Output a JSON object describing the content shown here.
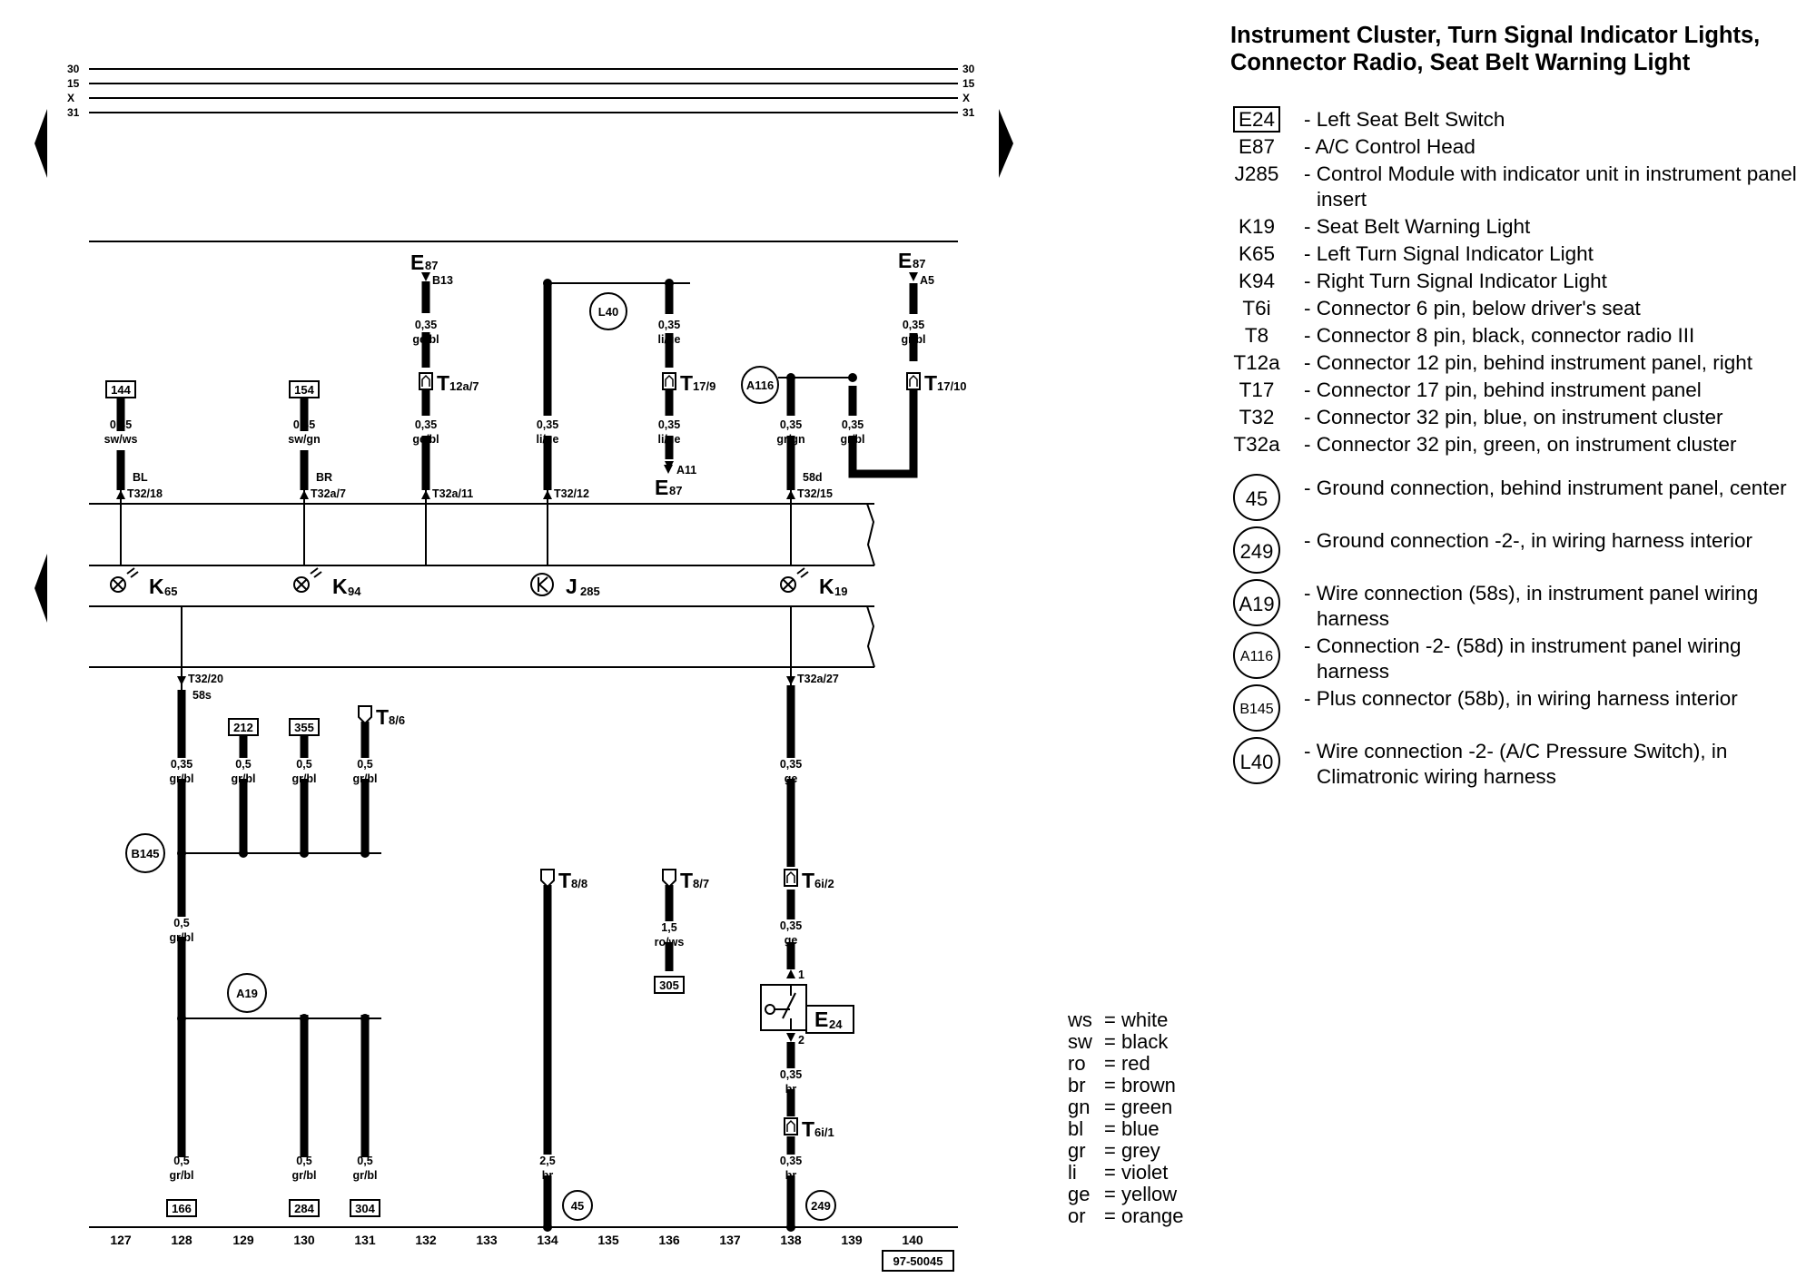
{
  "title": "Instrument Cluster, Turn Signal Indicator Lights, Connector Radio, Seat Belt Warning Light",
  "bus_labels": [
    "30",
    "15",
    "X",
    "31"
  ],
  "legend": [
    {
      "code": "E24",
      "desc": "- Left Seat Belt Switch",
      "style": "box"
    },
    {
      "code": "E87",
      "desc": "- A/C Control Head"
    },
    {
      "code": "J285",
      "desc": "- Control Module with indicator unit in instrument panel insert"
    },
    {
      "code": "K19",
      "desc": "- Seat Belt Warning Light"
    },
    {
      "code": "K65",
      "desc": "- Left Turn Signal Indicator Light"
    },
    {
      "code": "K94",
      "desc": "- Right Turn Signal Indicator Light"
    },
    {
      "code": "T6i",
      "desc": "- Connector 6 pin, below driver's seat"
    },
    {
      "code": "T8",
      "desc": "- Connector 8 pin, black, connector radio III"
    },
    {
      "code": "T12a",
      "desc": "- Connector 12 pin, behind instrument panel, right"
    },
    {
      "code": "T17",
      "desc": "- Connector 17 pin, behind instrument panel"
    },
    {
      "code": "T32",
      "desc": "- Connector 32 pin, blue, on instrument cluster"
    },
    {
      "code": "T32a",
      "desc": "- Connector 32 pin, green, on instrument cluster"
    }
  ],
  "ground_legend": [
    {
      "code": "45",
      "desc": "- Ground connection, behind instrument panel, center"
    },
    {
      "code": "249",
      "desc": "- Ground connection -2-, in wiring harness interior"
    },
    {
      "code": "A19",
      "desc": "- Wire connection (58s), in instrument panel wiring harness"
    },
    {
      "code": "A116",
      "desc": "- Connection -2- (58d) in instrument panel wiring harness"
    },
    {
      "code": "B145",
      "desc": "- Plus connector (58b), in wiring harness interior"
    },
    {
      "code": "L40",
      "desc": "- Wire connection -2- (A/C Pressure Switch), in Climatronic wiring harness"
    }
  ],
  "color_codes": [
    {
      "code": "ws",
      "name": "white"
    },
    {
      "code": "sw",
      "name": "black"
    },
    {
      "code": "ro",
      "name": "red"
    },
    {
      "code": "br",
      "name": "brown"
    },
    {
      "code": "gn",
      "name": "green"
    },
    {
      "code": "bl",
      "name": "blue"
    },
    {
      "code": "gr",
      "name": "grey"
    },
    {
      "code": "li",
      "name": "violet"
    },
    {
      "code": "ge",
      "name": "yellow"
    },
    {
      "code": "or",
      "name": "orange"
    }
  ],
  "components": {
    "k65": {
      "label": "K",
      "sub": "65"
    },
    "k94": {
      "label": "K",
      "sub": "94"
    },
    "j285": {
      "label": "J",
      "sub": "285"
    },
    "k19": {
      "label": "K",
      "sub": "19"
    },
    "e87_b13": {
      "label": "E",
      "sub": "87",
      "pin": "B13"
    },
    "e87_a5": {
      "label": "E",
      "sub": "87",
      "pin": "A5"
    },
    "e87_a11": {
      "label": "E",
      "sub": "87",
      "pin": "A11"
    },
    "e24": {
      "label": "E",
      "sub": "24"
    }
  },
  "connectors": {
    "t12a7": {
      "label": "T",
      "sub": "12a/7"
    },
    "t179": {
      "label": "T",
      "sub": "17/9"
    },
    "t1710": {
      "label": "T",
      "sub": "17/10"
    },
    "t86": {
      "label": "T",
      "sub": "8/6"
    },
    "t88": {
      "label": "T",
      "sub": "8/8"
    },
    "t87": {
      "label": "T",
      "sub": "8/7"
    },
    "t6i2": {
      "label": "T",
      "sub": "6i/2"
    },
    "t6i1": {
      "label": "T",
      "sub": "6i/1"
    }
  },
  "pin_labels": {
    "bl": "BL",
    "br": "BR",
    "p58d": "58d",
    "t32_18": "T32/18",
    "t32a_7": "T32a/7",
    "t32a_11": "T32a/11",
    "t32_12": "T32/12",
    "t32_15": "T32/15",
    "t32_20": "T32/20",
    "p58s": "58s",
    "t32a_27": "T32a/27",
    "pin1": "1",
    "pin2": "2"
  },
  "junctions": {
    "l40": "L40",
    "a116": "A116",
    "b145": "B145",
    "a19": "A19",
    "g45": "45",
    "g249": "249"
  },
  "refs": {
    "r144": "144",
    "r154": "154",
    "r212": "212",
    "r355": "355",
    "r305": "305",
    "r166": "166",
    "r284": "284",
    "r304": "304"
  },
  "wires": {
    "w_b13_1": [
      "0,35",
      "ge/bl"
    ],
    "w_b13_2": [
      "0,35",
      "ge/bl"
    ],
    "w_144": [
      "0,35",
      "sw/ws"
    ],
    "w_154": [
      "0,35",
      "sw/gn"
    ],
    "w_j285": [
      "0,35",
      "li/ge"
    ],
    "w_l40_1": [
      "0,35",
      "li/ge"
    ],
    "w_l40_2": [
      "0,35",
      "li/ge"
    ],
    "w_a116_1": [
      "0,35",
      "gr/gn"
    ],
    "w_a116_2": [
      "0,35",
      "gr/bl"
    ],
    "w_a5": [
      "0,35",
      "gr/bl"
    ],
    "w_128a": [
      "0,35",
      "gr/bl"
    ],
    "w_212": [
      "0,5",
      "gr/bl"
    ],
    "w_355": [
      "0,5",
      "gr/bl"
    ],
    "w_t86": [
      "0,5",
      "gr/bl"
    ],
    "w_128b": [
      "0,5",
      "gr/bl"
    ],
    "w_305": [
      "1,5",
      "ro/ws"
    ],
    "w_k19": [
      "0,35",
      "ge"
    ],
    "w_t6i2": [
      "0,35",
      "ge"
    ],
    "w_e24": [
      "0,35",
      "br"
    ],
    "w_t6i1": [
      "0,35",
      "br"
    ],
    "w_166": [
      "0,5",
      "gr/bl"
    ],
    "w_284": [
      "0,5",
      "gr/bl"
    ],
    "w_304": [
      "0,5",
      "gr/bl"
    ],
    "w_g45": [
      "2,5",
      "br"
    ]
  },
  "columns": [
    "127",
    "128",
    "129",
    "130",
    "131",
    "132",
    "133",
    "134",
    "135",
    "136",
    "137",
    "138",
    "139",
    "140"
  ],
  "drawing_number": "97-50045"
}
